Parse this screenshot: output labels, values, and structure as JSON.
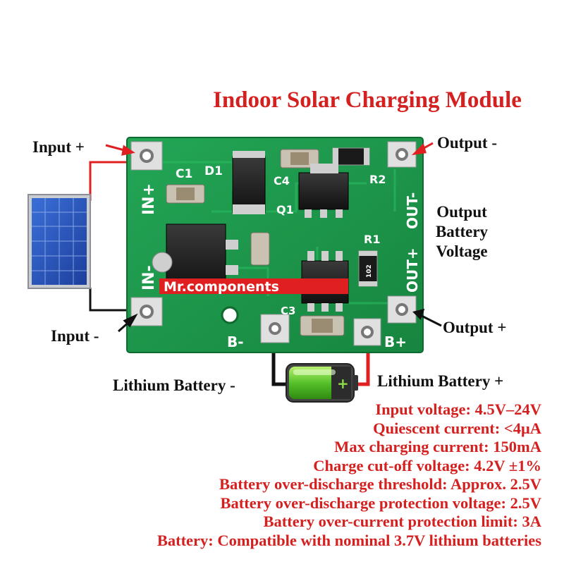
{
  "title": "Indoor Solar Charging Module",
  "labels": {
    "input_plus": "Input +",
    "input_minus": "Input -",
    "output_minus": "Output -",
    "output_plus": "Output +",
    "output_battery_voltage": [
      "Output",
      "Battery",
      "Voltage"
    ],
    "battery_minus": "Lithium Battery -",
    "battery_plus": "Lithium Battery +"
  },
  "board": {
    "watermark": "Mr.components",
    "silkscreen": {
      "c1": "C1",
      "d1": "D1",
      "c4": "C4",
      "q1": "Q1",
      "r2": "R2",
      "r1": "R1",
      "c3": "C3",
      "in_plus": "IN+",
      "in_minus": "IN-",
      "out_minus": "OUT-",
      "out_plus": "OUT+",
      "b_minus": "B-",
      "b_plus": "B+",
      "resistor": "102"
    }
  },
  "specs": [
    "Input voltage: 4.5V–24V",
    "Quiescent current: <4μA",
    "Max charging current: 150mA",
    "Charge cut-off voltage: 4.2V ±1%",
    "Battery over-discharge threshold: Approx. 2.5V",
    "Battery over-discharge protection voltage: 2.5V",
    "Battery over-current protection limit: 3A",
    "Battery: Compatible with nominal 3.7V lithium batteries"
  ],
  "colors": {
    "accent": "#d52020",
    "pcb": "#1f9a4e",
    "wire_positive": "#e02020",
    "wire_negative": "#111111"
  }
}
